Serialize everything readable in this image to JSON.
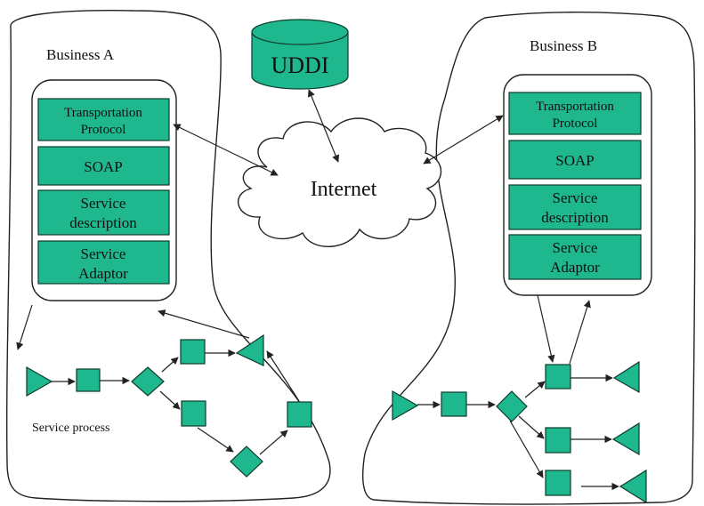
{
  "diagram": {
    "uddi_label": "UDDI",
    "internet_label": "Internet",
    "business_a": {
      "title": "Business A",
      "stack": [
        [
          "Transportation",
          "Protocol"
        ],
        [
          "SOAP"
        ],
        [
          "Service",
          "description"
        ],
        [
          "Service",
          "Adaptor"
        ]
      ],
      "process_label": "Service process"
    },
    "business_b": {
      "title": "Business B",
      "stack": [
        [
          "Transportation",
          "Protocol"
        ],
        [
          "SOAP"
        ],
        [
          "Service",
          "description"
        ],
        [
          "Service",
          "Adaptor"
        ]
      ]
    },
    "colors": {
      "component_fill": "#1fb88e",
      "component_stroke": "#0d3b2c",
      "line": "#222222"
    }
  }
}
